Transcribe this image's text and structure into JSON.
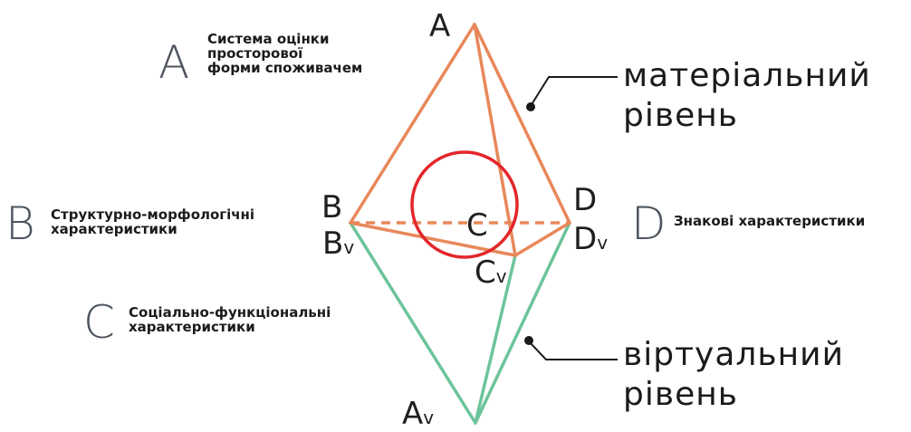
{
  "legend": {
    "a": {
      "letter": "A",
      "lines": [
        "Система оцінки",
        "просторової",
        "форми споживачем"
      ]
    },
    "b": {
      "letter": "B",
      "lines": [
        "Структурно-морфологічні",
        "характеристики"
      ]
    },
    "c": {
      "letter": "C",
      "lines": [
        "Соціально-функціональні",
        "характеристики"
      ]
    },
    "d": {
      "letter": "D",
      "text": "Знакові характеристики"
    }
  },
  "vertices": {
    "a": "A",
    "b": "B",
    "c": "C",
    "d": "D",
    "bv": {
      "main": "B",
      "sub": "v"
    },
    "cv": {
      "main": "C",
      "sub": "v"
    },
    "dv": {
      "main": "D",
      "sub": "v"
    },
    "av": {
      "main": "A",
      "sub": "v"
    }
  },
  "levels": {
    "material": [
      "матеріальний",
      "рівень"
    ],
    "virtual": [
      "віртуальний",
      "рівень"
    ]
  },
  "colors": {
    "material_edges": "#e8885a",
    "virtual_edges": "#6cc49a",
    "highlight_circle": "#e3262b",
    "pointer": "#1a1a1a"
  }
}
